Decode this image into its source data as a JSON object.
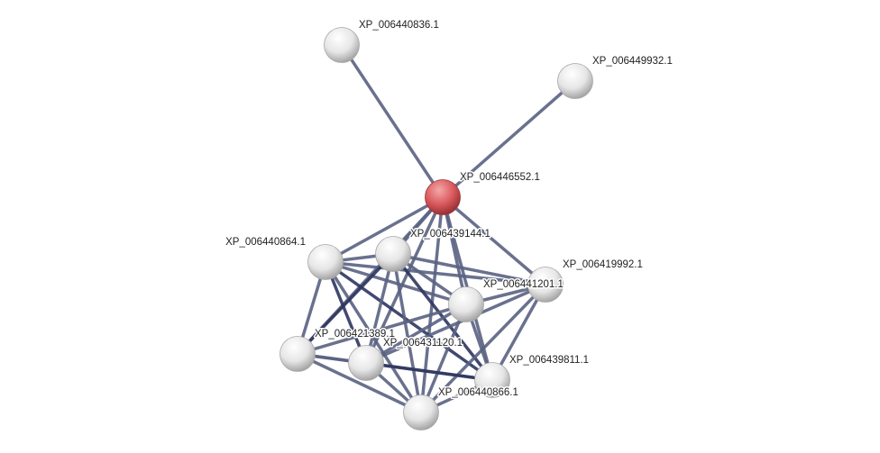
{
  "network": {
    "colors": {
      "query_node": "#d9585c",
      "node": "#e8e8e8",
      "edge": "#5a6282"
    },
    "nodes": [
      {
        "id": "n1",
        "label": "XP_006440836.1",
        "query": false
      },
      {
        "id": "n2",
        "label": "XP_006449932.1",
        "query": false
      },
      {
        "id": "n3",
        "label": "XP_006446552.1",
        "query": true
      },
      {
        "id": "n4",
        "label": "XP_006440864.1",
        "query": false
      },
      {
        "id": "n5",
        "label": "XP_006439144.1",
        "query": false
      },
      {
        "id": "n6",
        "label": "XP_006419992.1",
        "query": false
      },
      {
        "id": "n7",
        "label": "XP_006441201.1",
        "query": false
      },
      {
        "id": "n8",
        "label": "XP_006421389.1",
        "query": false
      },
      {
        "id": "n9",
        "label": "XP_006431120.1",
        "query": false
      },
      {
        "id": "n10",
        "label": "XP_006439811.1",
        "query": false
      },
      {
        "id": "n11",
        "label": "XP_006440866.1",
        "query": false
      }
    ],
    "edges": [
      [
        "n1",
        "n3"
      ],
      [
        "n2",
        "n3"
      ],
      [
        "n3",
        "n4"
      ],
      [
        "n3",
        "n5"
      ],
      [
        "n3",
        "n6"
      ],
      [
        "n3",
        "n7"
      ],
      [
        "n3",
        "n8"
      ],
      [
        "n3",
        "n9"
      ],
      [
        "n3",
        "n10"
      ],
      [
        "n3",
        "n11"
      ],
      [
        "n4",
        "n5"
      ],
      [
        "n4",
        "n6"
      ],
      [
        "n4",
        "n7"
      ],
      [
        "n4",
        "n8"
      ],
      [
        "n4",
        "n9"
      ],
      [
        "n4",
        "n10"
      ],
      [
        "n4",
        "n11"
      ],
      [
        "n5",
        "n6"
      ],
      [
        "n5",
        "n7"
      ],
      [
        "n5",
        "n8"
      ],
      [
        "n5",
        "n9"
      ],
      [
        "n5",
        "n10"
      ],
      [
        "n5",
        "n11"
      ],
      [
        "n6",
        "n7"
      ],
      [
        "n6",
        "n9"
      ],
      [
        "n6",
        "n10"
      ],
      [
        "n6",
        "n11"
      ],
      [
        "n7",
        "n8"
      ],
      [
        "n7",
        "n9"
      ],
      [
        "n7",
        "n10"
      ],
      [
        "n7",
        "n11"
      ],
      [
        "n8",
        "n9"
      ],
      [
        "n8",
        "n10"
      ],
      [
        "n8",
        "n11"
      ],
      [
        "n9",
        "n10"
      ],
      [
        "n9",
        "n11"
      ],
      [
        "n10",
        "n11"
      ]
    ]
  }
}
